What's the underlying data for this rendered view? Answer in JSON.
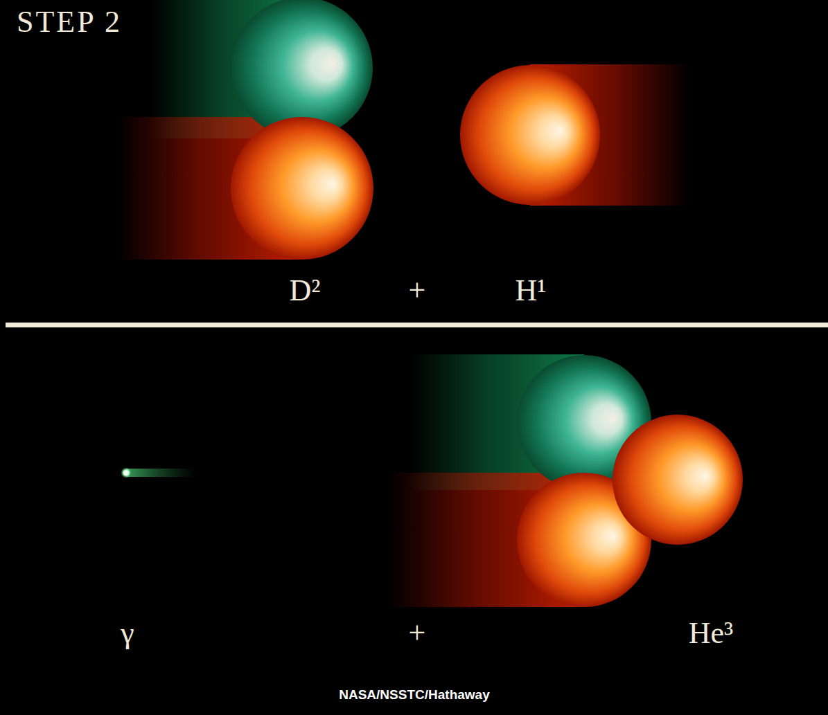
{
  "diagram": {
    "title": "STEP 2",
    "labels": [
      "D²",
      "+",
      "H¹",
      "γ",
      "+",
      "He³",
      "NASA/NSSTC/Hathaway"
    ]
  }
}
